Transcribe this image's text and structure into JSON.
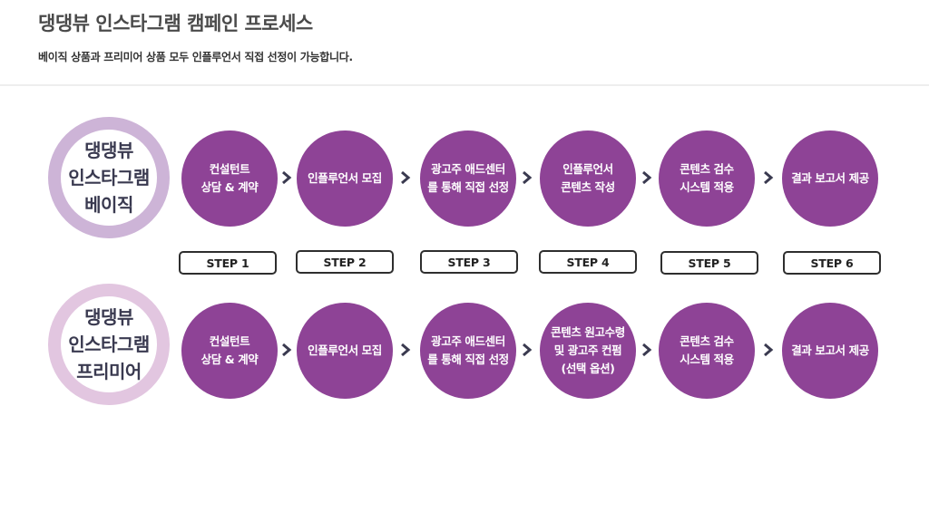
{
  "header": {
    "title": "댕댕뷰 인스타그램 캠페인 프로세스",
    "subtitle": "베이직 상품과 프리미어 상품 모두 인플루언서 직접 선정이 가능합니다."
  },
  "colors": {
    "step_circle": "#8e4396",
    "ring_basic": "#cdb4d7",
    "ring_premium": "#e2c6e0",
    "arrow": "#3a3a50"
  },
  "plans": {
    "basic": {
      "label": "댕댕뷰\n인스타그램\n베이직",
      "steps": [
        "컨설턴트\n상담 & 계약",
        "인플루언서 모집",
        "광고주 애드센터\n를 통해 직접 선정",
        "인플루언서\n콘텐츠 작성",
        "콘텐츠 검수\n시스템 적용",
        "결과 보고서 제공"
      ]
    },
    "premium": {
      "label": "댕댕뷰\n인스타그램\n프리미어",
      "steps": [
        "컨설턴트\n상담 & 계약",
        "인플루언서 모집",
        "광고주 애드센터\n를 통해 직접 선정",
        "콘텐츠 원고수령\n및 광고주 컨펌\n(선택 옵션)",
        "콘텐츠 검수\n시스템 적용",
        "결과 보고서 제공"
      ]
    }
  },
  "step_labels": [
    "STEP 1",
    "STEP 2",
    "STEP 3",
    "STEP 4",
    "STEP 5",
    "STEP 6"
  ],
  "icons": {
    "arrow": "chevron-right-icon"
  }
}
